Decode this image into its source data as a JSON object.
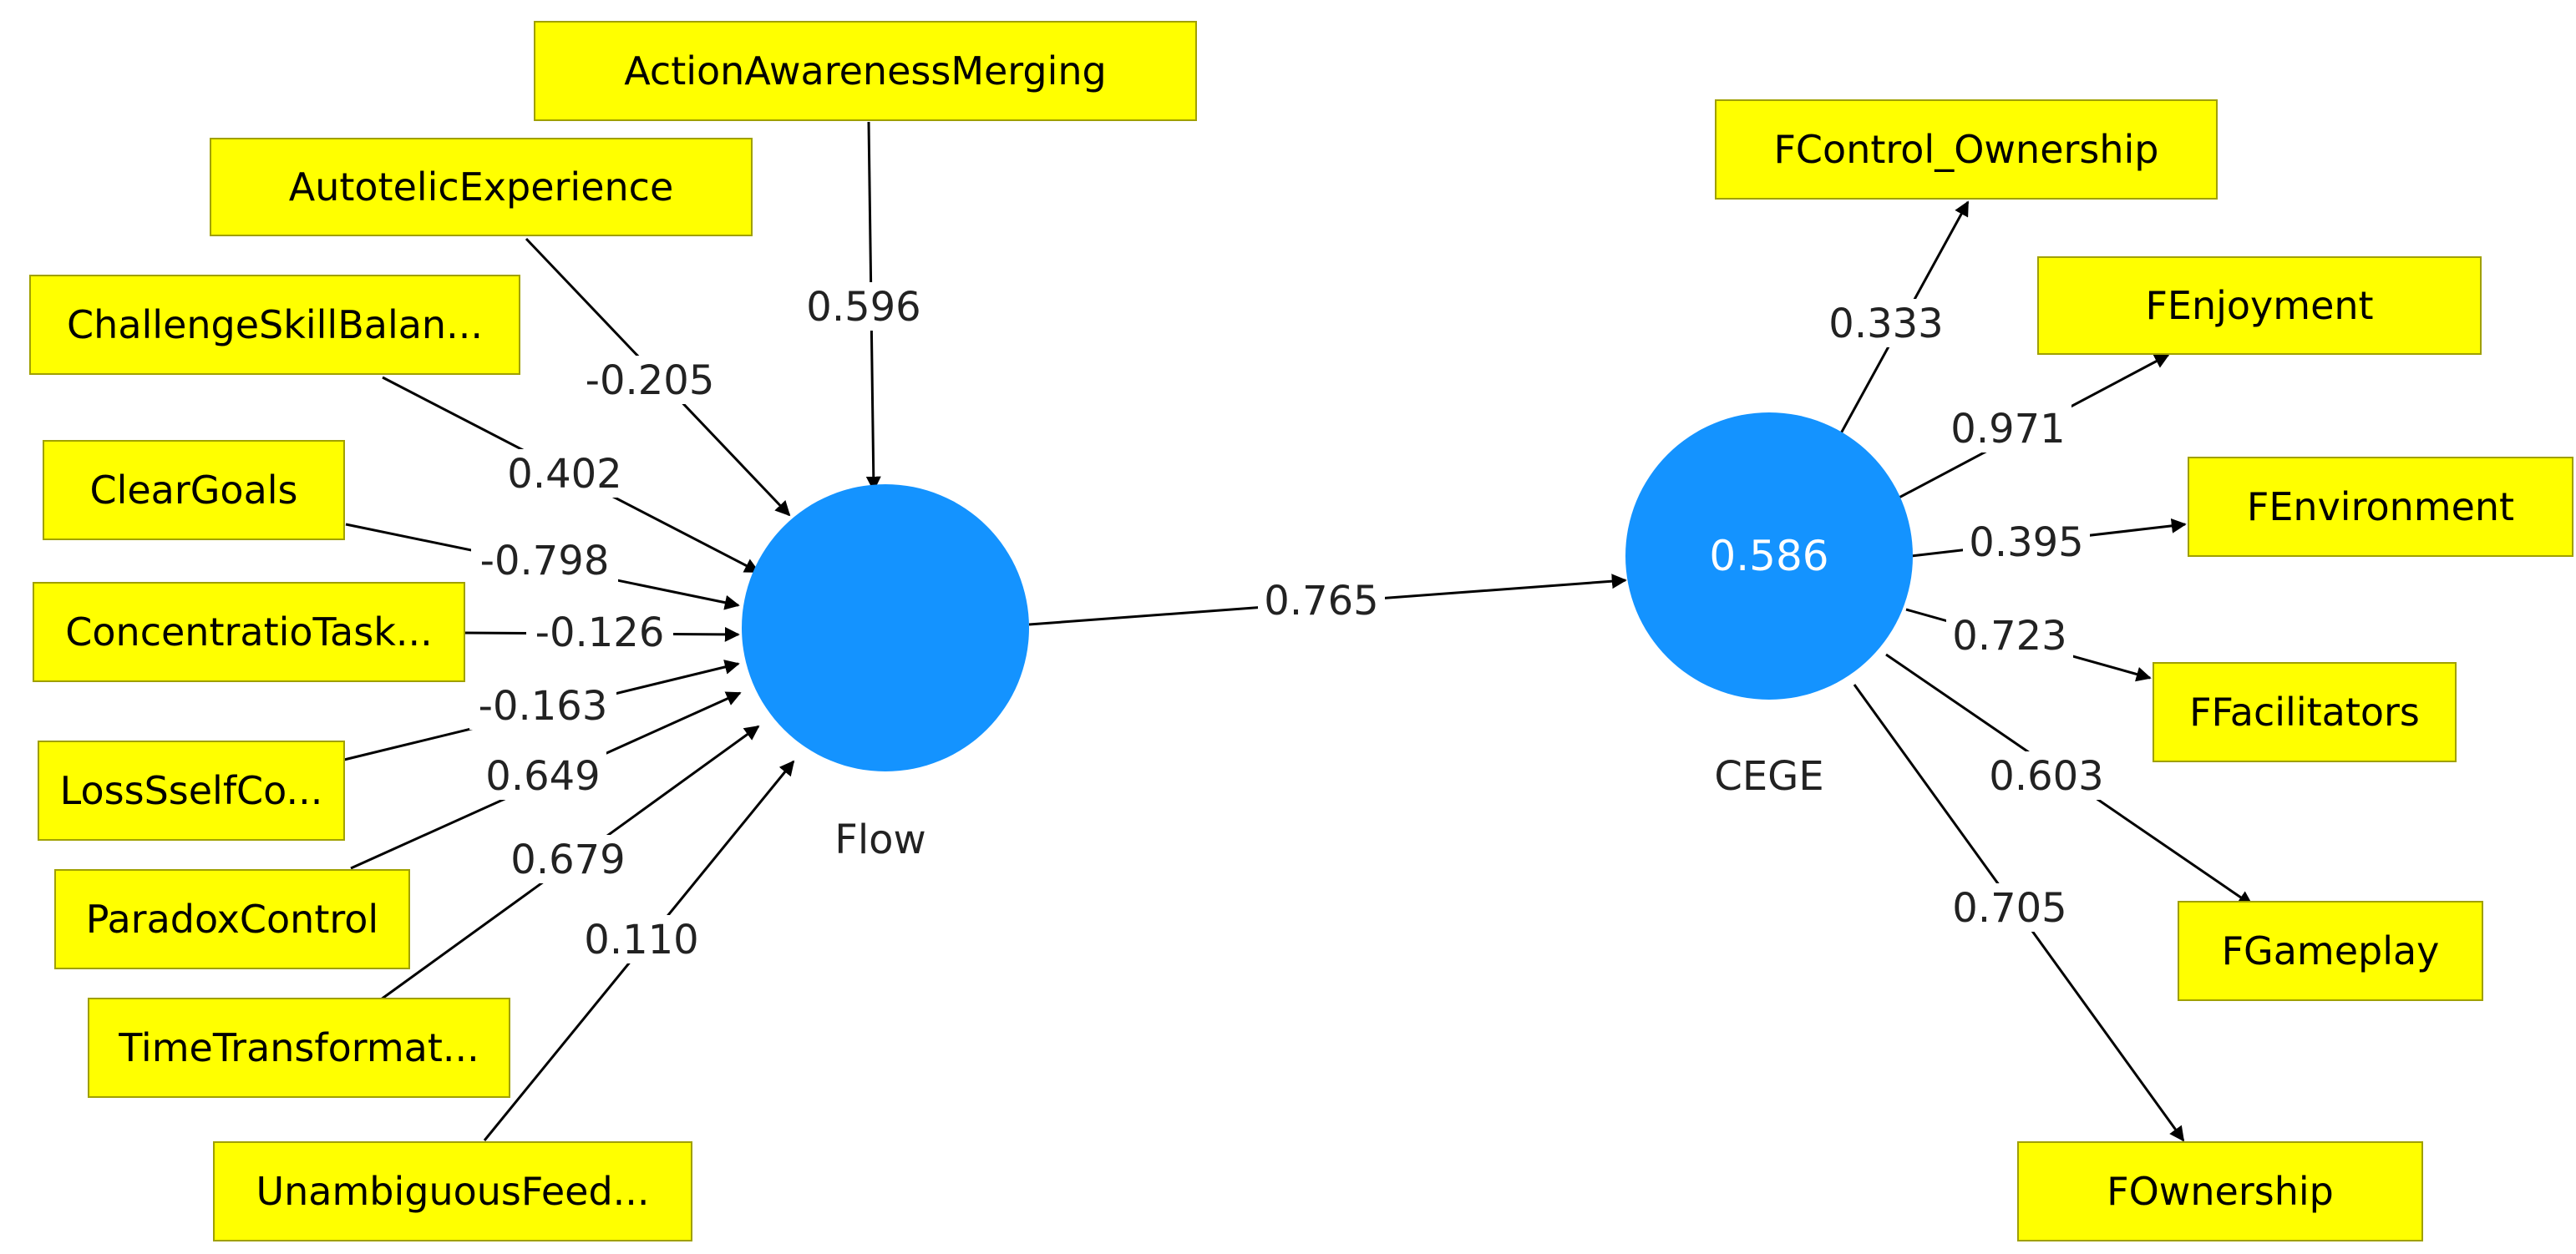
{
  "constructs": {
    "flow": {
      "name": "Flow"
    },
    "cege": {
      "name": "CEGE",
      "r2": "0.586"
    }
  },
  "colors": {
    "node": "#1493ff",
    "indicator_box": "#ffff00",
    "line": "#000000"
  },
  "flow_indicators": [
    {
      "label": "ActionAwarenessMerging",
      "weight": "0.596"
    },
    {
      "label": "AutotelicExperience",
      "weight": "-0.205"
    },
    {
      "label": "ChallengeSkillBalan...",
      "weight": "0.402"
    },
    {
      "label": "ClearGoals",
      "weight": "-0.798"
    },
    {
      "label": "ConcentratioTask...",
      "weight": "-0.126"
    },
    {
      "label": "LossSselfCo...",
      "weight": "-0.163"
    },
    {
      "label": "ParadoxControl",
      "weight": "0.649"
    },
    {
      "label": "TimeTransformat...",
      "weight": "0.679"
    },
    {
      "label": "UnambiguousFeed...",
      "weight": "0.110"
    }
  ],
  "path": {
    "from": "Flow",
    "to": "CEGE",
    "coefficient": "0.765"
  },
  "cege_indicators": [
    {
      "label": "FControl_Ownership",
      "loading": "0.333"
    },
    {
      "label": "FEnjoyment",
      "loading": "0.971"
    },
    {
      "label": "FEnvironment",
      "loading": "0.395"
    },
    {
      "label": "FFacilitators",
      "loading": "0.723"
    },
    {
      "label": "FGameplay",
      "loading": "0.603"
    },
    {
      "label": "FOwnership",
      "loading": "0.705"
    }
  ]
}
